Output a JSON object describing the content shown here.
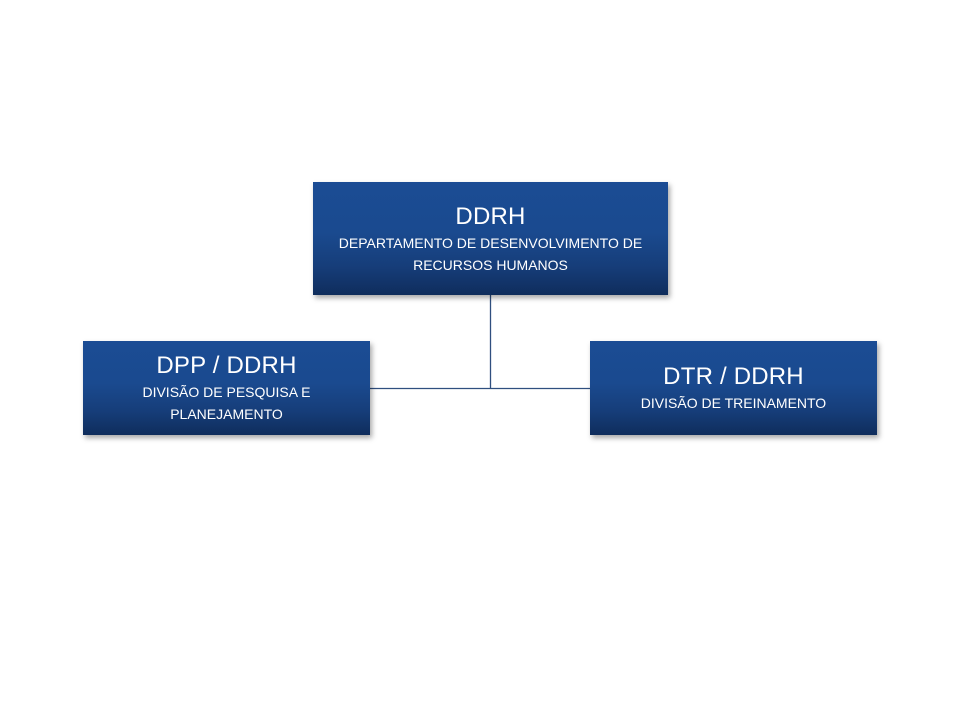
{
  "org_chart": {
    "root": {
      "abbr": "DDRH",
      "name": "DEPARTAMENTO DE DESENVOLVIMENTO DE RECURSOS HUMANOS"
    },
    "children": [
      {
        "abbr": "DPP / DDRH",
        "name": "DIVISÃO DE PESQUISA E PLANEJAMENTO"
      },
      {
        "abbr": "DTR / DDRH",
        "name": "DIVISÃO DE  TREINAMENTO"
      }
    ]
  },
  "colors": {
    "node_fill": "#1a4a8f",
    "node_fill_dark": "#0f2d5c",
    "node_text": "#ffffff",
    "connector": "#2f4f7f",
    "background": "#ffffff"
  }
}
